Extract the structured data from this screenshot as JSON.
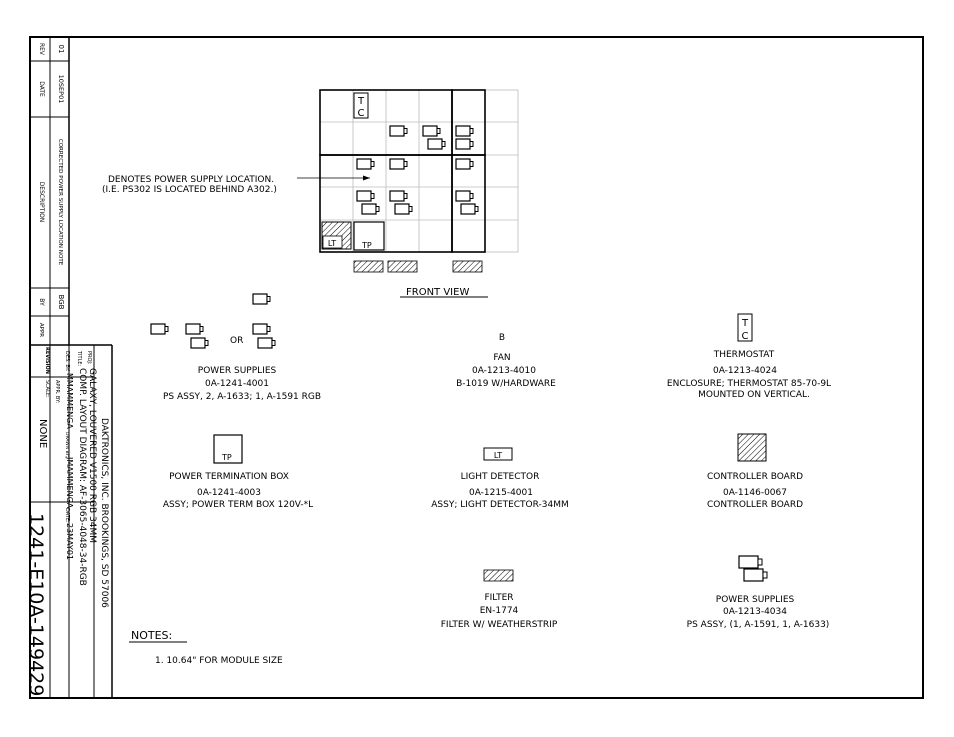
{
  "revision_block": {
    "headers": {
      "rev": "REV",
      "date": "DATE",
      "description": "DESCRIPTION",
      "by": "BY",
      "appr": "APPR"
    },
    "entry": {
      "rev": "01",
      "date": "10SEP01",
      "description": "CORRECTED POWER SUPPLY LOCATION NOTE",
      "by": "BGB",
      "appr": ""
    }
  },
  "title_block": {
    "company": "DAKTRONICS, INC.  BROOKINGS, SD 57006",
    "proj_label": "PROJ:",
    "proj": "GALAXY, LOUVERED V1500 RGB 34MM",
    "title_label": "TITLE:",
    "title": "COMP. LAYOUT DIAGRAM: AF-3065-4048-34-RGB",
    "des_label": "DES. BY:",
    "des": "MMAMMENGA",
    "drawn_label": "DRAWN BY:",
    "drawn": "JMAMMENGA",
    "date_label": "DATE:",
    "date": "23MAY01",
    "revision_label": "REVISION",
    "appr_label": "APPR. BY:",
    "scale_label": "SCALE:",
    "scale": "NONE",
    "drawing_number": "1241-E10A-149429"
  },
  "front_view": {
    "label": "FRONT VIEW",
    "callout": [
      "DENOTES POWER SUPPLY LOCATION.",
      "(I.E. PS302 IS LOCATED BEHIND A302.)"
    ],
    "tc_label": [
      "T",
      "C"
    ],
    "lt_label": "LT",
    "tp_label": "TP"
  },
  "legend": {
    "power_supplies_1": {
      "or_text": "OR",
      "name": "POWER SUPPLIES",
      "part": "0A-1241-4001",
      "desc": "PS ASSY, 2, A-1633; 1, A-1591 RGB"
    },
    "fan": {
      "symbol": "B",
      "name": "FAN",
      "part": "0A-1213-4010",
      "desc": "B-1019 W/HARDWARE"
    },
    "thermostat": {
      "symbol": [
        "T",
        "C"
      ],
      "name": "THERMOSTAT",
      "part": "0A-1213-4024",
      "desc": "ENCLOSURE; THERMOSTAT 85-70-9L",
      "note": "MOUNTED ON VERTICAL."
    },
    "termination_box": {
      "symbol": "TP",
      "name": "POWER TERMINATION BOX",
      "part": "0A-1241-4003",
      "desc": "ASSY; POWER TERM BOX 120V-*L"
    },
    "light_detector": {
      "symbol": "LT",
      "name": "LIGHT DETECTOR",
      "part": "0A-1215-4001",
      "desc": "ASSY; LIGHT DETECTOR-34MM"
    },
    "controller_board": {
      "name": "CONTROLLER BOARD",
      "part": "0A-1146-0067",
      "desc": "CONTROLLER BOARD"
    },
    "filter": {
      "name": "FILTER",
      "part": "EN-1774",
      "desc": "FILTER W/ WEATHERSTRIP"
    },
    "power_supplies_2": {
      "name": "POWER SUPPLIES",
      "part": "0A-1213-4034",
      "desc": "PS ASSY, (1, A-1591, 1, A-1633)"
    }
  },
  "notes": {
    "heading": "NOTES:",
    "items": [
      "1.   10.64\" FOR MODULE SIZE"
    ]
  }
}
